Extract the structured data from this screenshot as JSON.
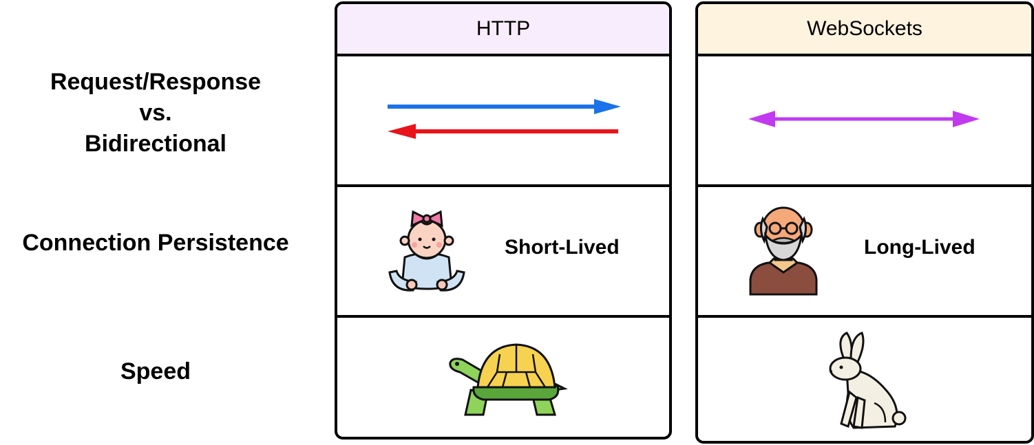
{
  "rows": {
    "row1_line1": "Request/Response",
    "row1_line2": "vs.",
    "row1_line3": "Bidirectional",
    "row2": "Connection Persistence",
    "row3": "Speed"
  },
  "columns": [
    {
      "title": "HTTP",
      "header_color": "#f8edfd",
      "direction_icon": "request-response-arrows-icon",
      "persistence_icon": "baby-icon",
      "persistence_label": "Short-Lived",
      "speed_icon": "turtle-icon"
    },
    {
      "title": "WebSockets",
      "header_color": "#fdf3df",
      "direction_icon": "bidirectional-arrow-icon",
      "persistence_icon": "old-man-icon",
      "persistence_label": "Long-Lived",
      "speed_icon": "rabbit-icon"
    }
  ],
  "colors": {
    "request_arrow": "#1a73e8",
    "response_arrow": "#e8141a",
    "bidirectional_arrow": "#c13af0"
  }
}
